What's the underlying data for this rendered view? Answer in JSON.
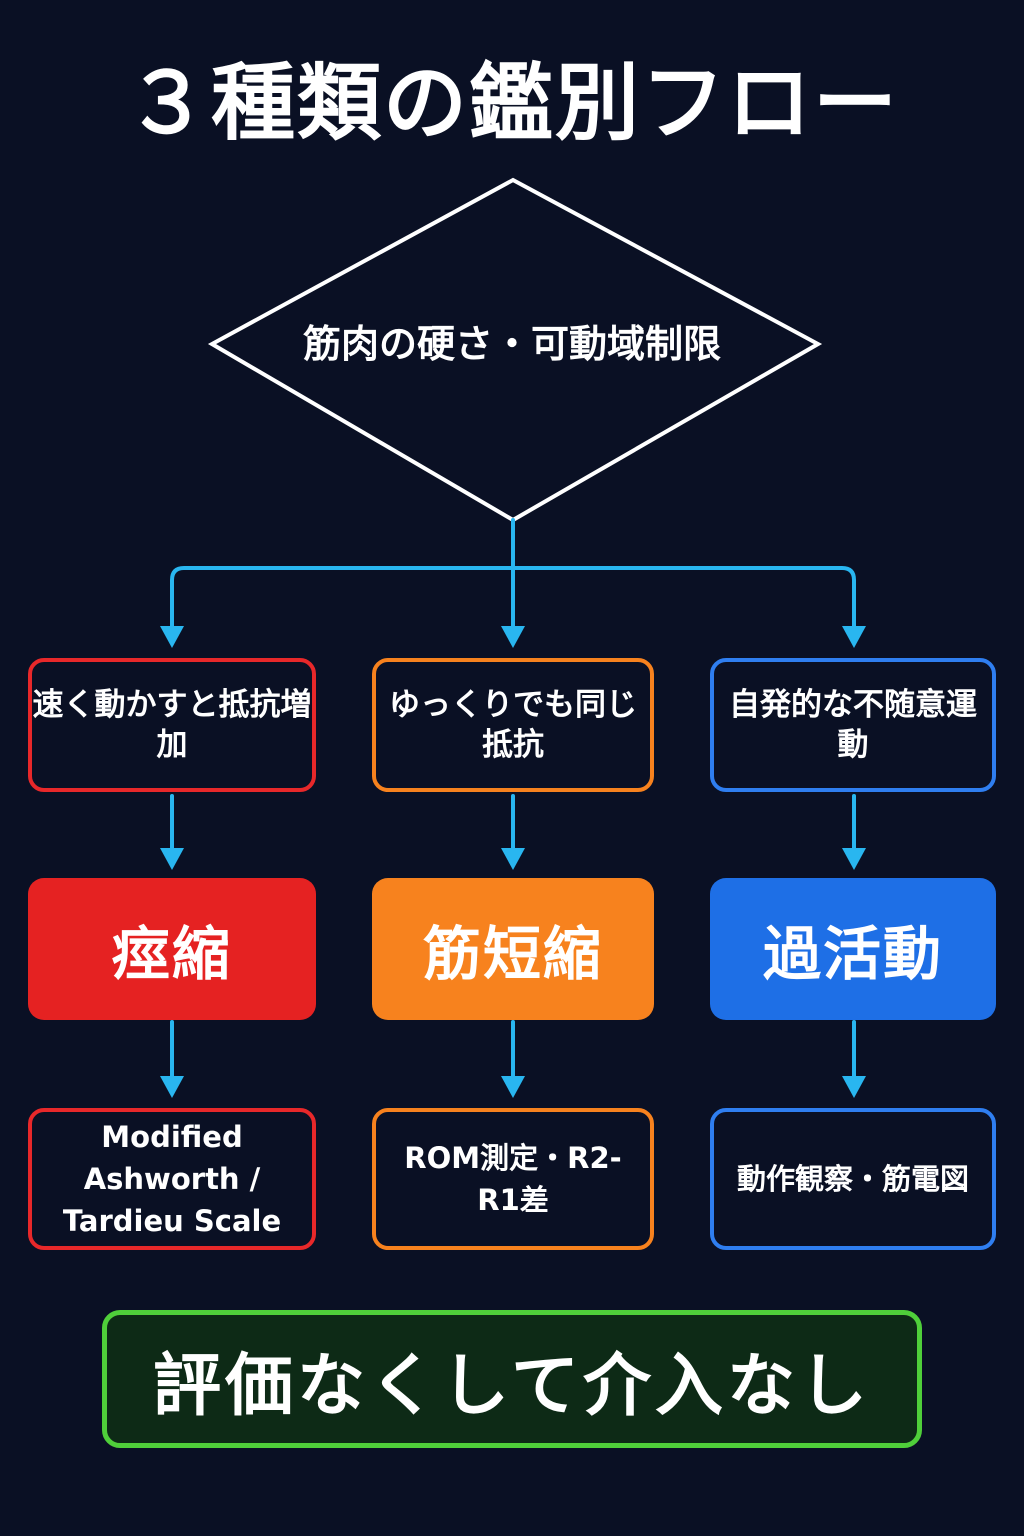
{
  "title": "３種類の鑑別フロー",
  "decision": {
    "label": "筋肉の硬さ・可動域制限"
  },
  "branches": [
    {
      "condition": "速く動かすと抵抗増加",
      "result": "痙縮",
      "method": "Modified Ashworth /\nTardieu Scale",
      "color": "#e52222"
    },
    {
      "condition": "ゆっくりでも同じ抵抗",
      "result": "筋短縮",
      "method": "ROM測定・R2-R1差",
      "color": "#f7821e"
    },
    {
      "condition": "自発的な不随意運動",
      "result": "過活動",
      "method": "動作観察・筋電図",
      "color": "#1e6fe6"
    }
  ],
  "footer": {
    "label": "評価なくして介入なし",
    "color": "#4fcf3a"
  },
  "colors": {
    "background": "#0a1024",
    "connector": "#29b6f0",
    "text": "#ffffff"
  }
}
